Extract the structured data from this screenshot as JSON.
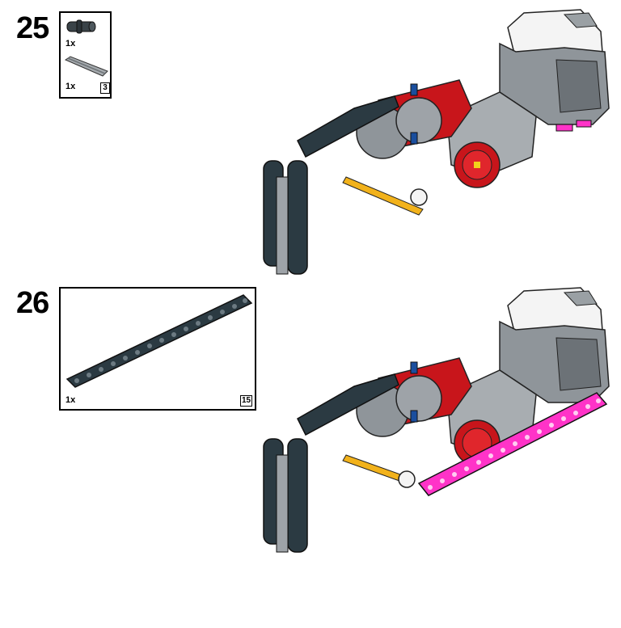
{
  "steps": [
    {
      "number": "25",
      "parts": [
        {
          "quantity": "1x",
          "name": "black-connector-peg-icon"
        },
        {
          "quantity": "1x",
          "name": "grey-axle-icon",
          "length": "3"
        }
      ]
    },
    {
      "number": "26",
      "parts": [
        {
          "quantity": "1x",
          "name": "dark-liftarm-beam-icon",
          "length": "15"
        }
      ]
    }
  ],
  "colors": {
    "dark_bluish_grey": "#2b3a42",
    "light_grey": "#9ea3a8",
    "red": "#c8151b",
    "white": "#f2f2f2",
    "magenta": "#ff33c8",
    "yellow": "#f2b21b",
    "blue": "#1a4e9e"
  }
}
